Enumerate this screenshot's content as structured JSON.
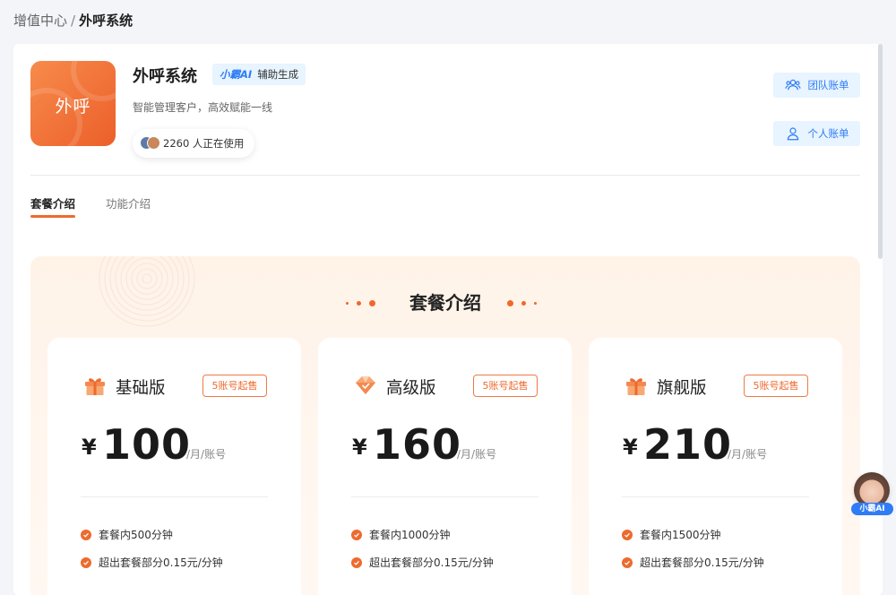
{
  "breadcrumb": {
    "parent": "增值中心",
    "separator": "/",
    "current": "外呼系统"
  },
  "app": {
    "logo_text": "外呼",
    "title": "外呼系统",
    "ai_badge": {
      "name": "小霸AI",
      "label": "辅助生成"
    },
    "description": "智能管理客户，高效赋能一线",
    "users_using": "2260 人正在使用"
  },
  "actions": {
    "team_bill": "团队账单",
    "personal_bill": "个人账单"
  },
  "tabs": [
    {
      "label": "套餐介绍",
      "active": true
    },
    {
      "label": "功能介绍",
      "active": false
    }
  ],
  "section": {
    "title": "套餐介绍"
  },
  "plans": [
    {
      "name": "基础版",
      "tag": "5账号起售",
      "currency": "¥",
      "price": "100",
      "unit": "/月/账号",
      "features": [
        "套餐内500分钟",
        "超出套餐部分0.15元/分钟"
      ]
    },
    {
      "name": "高级版",
      "tag": "5账号起售",
      "currency": "¥",
      "price": "160",
      "unit": "/月/账号",
      "features": [
        "套餐内1000分钟",
        "超出套餐部分0.15元/分钟"
      ]
    },
    {
      "name": "旗舰版",
      "tag": "5账号起售",
      "currency": "¥",
      "price": "210",
      "unit": "/月/账号",
      "features": [
        "套餐内1500分钟",
        "超出套餐部分0.15元/分钟"
      ]
    }
  ],
  "assistant": {
    "label": "小霸AI"
  },
  "colors": {
    "accent": "#ee6a2e",
    "brand_blue": "#2f7cf6",
    "badge_bg": "#e8f4ff"
  }
}
